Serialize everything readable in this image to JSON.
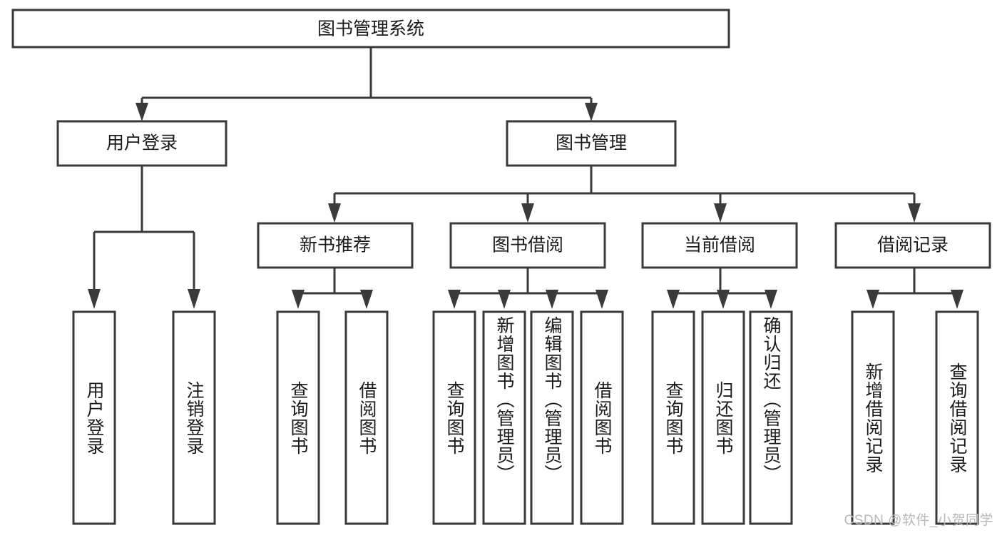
{
  "diagram": {
    "type": "tree-hierarchy",
    "title": "图书管理系统",
    "watermark": "CSDN @软件_小贺同学",
    "colors": {
      "stroke": "#3a3a3a",
      "fill": "#ffffff",
      "text": "#1a1a1a",
      "watermark": "#b8b8b8"
    },
    "root": {
      "label": "图书管理系统",
      "orientation": "horizontal"
    },
    "level2": [
      {
        "label": "用户登录",
        "orientation": "horizontal"
      },
      {
        "label": "图书管理",
        "orientation": "horizontal"
      }
    ],
    "level3": [
      {
        "label": "新书推荐",
        "orientation": "horizontal"
      },
      {
        "label": "图书借阅",
        "orientation": "horizontal"
      },
      {
        "label": "当前借阅",
        "orientation": "horizontal"
      },
      {
        "label": "借阅记录",
        "orientation": "horizontal"
      }
    ],
    "leaves": {
      "user_login": [
        {
          "label": "用户登录",
          "orientation": "vertical"
        },
        {
          "label": "注销登录",
          "orientation": "vertical"
        }
      ],
      "new_book_recommend": [
        {
          "label": "查询图书",
          "orientation": "vertical"
        },
        {
          "label": "借阅图书",
          "orientation": "vertical"
        }
      ],
      "book_borrow": [
        {
          "label": "查询图书",
          "orientation": "vertical"
        },
        {
          "label": "新增图书（管理员）",
          "orientation": "vertical"
        },
        {
          "label": "编辑图书（管理员）",
          "orientation": "vertical"
        },
        {
          "label": "借阅图书",
          "orientation": "vertical"
        }
      ],
      "current_borrow": [
        {
          "label": "查询图书",
          "orientation": "vertical"
        },
        {
          "label": "归还图书",
          "orientation": "vertical"
        },
        {
          "label": "确认归还（管理员）",
          "orientation": "vertical"
        }
      ],
      "borrow_record": [
        {
          "label": "新增借阅记录",
          "orientation": "vertical"
        },
        {
          "label": "查询借阅记录",
          "orientation": "vertical"
        }
      ]
    }
  }
}
